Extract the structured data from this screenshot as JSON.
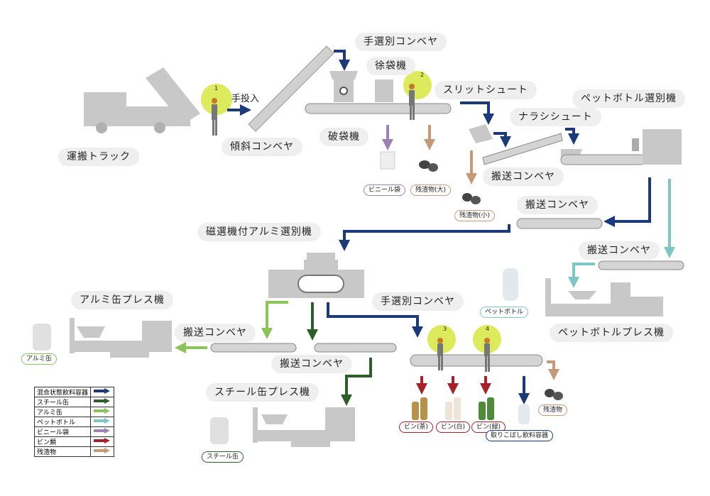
{
  "labels": {
    "truck": "運搬トラック",
    "hand_input": "手投入",
    "incline_conveyor": "傾斜コンベヤ",
    "hand_sort_top": "手選別コンベヤ",
    "bag_remover": "徐袋機",
    "bag_breaker": "破袋機",
    "slit_chute": "スリットシュート",
    "pet_sorter": "ペットボトル選別機",
    "narashi_chute": "ナラシシュート",
    "transport_1": "搬送コンベヤ",
    "transport_2": "搬送コンベヤ",
    "transport_3": "搬送コンベヤ",
    "magnet_alu_sorter": "磁選機付アルミ選別機",
    "alu_press": "アルミ缶プレス機",
    "transport_4": "搬送コンベヤ",
    "hand_sort_bottom": "手選別コンベヤ",
    "pet_press": "ペットボトルプレス機",
    "transport_5": "搬送コンベヤ",
    "steel_press": "スチール缶プレス機"
  },
  "outputs": {
    "vinyl_bag": "ビニール袋",
    "residue_large": "残渣物(大)",
    "residue_small": "残渣物(小)",
    "pet_bottle": "ペットボトル",
    "alu_can": "アルミ缶",
    "steel_can": "スチール缶",
    "bottle_brown": "ビン(茶)",
    "bottle_white": "ビン(白)",
    "bottle_green": "ビン(緑)",
    "leftover_containers": "取りこぼし飲料容器",
    "residue": "残渣物"
  },
  "workers": [
    "1",
    "2",
    "3",
    "4"
  ],
  "legend": [
    {
      "label": "混合状態飲料容器",
      "color": "#1a3a7a"
    },
    {
      "label": "スチール缶",
      "color": "#2e5e2a"
    },
    {
      "label": "アルミ缶",
      "color": "#8cc45a"
    },
    {
      "label": "ペットボトル",
      "color": "#7fc7c4"
    },
    {
      "label": "ビニール袋",
      "color": "#9a84b4"
    },
    {
      "label": "ビン類",
      "color": "#a8202a"
    },
    {
      "label": "残渣物",
      "color": "#c49a78"
    }
  ],
  "colors": {
    "machine": "#c8c8c8",
    "worker_circle": "#d9e84a",
    "mixed": "#1a3a7a",
    "steel": "#2e5e2a",
    "alu": "#8cc45a",
    "pet": "#7fc7c4",
    "vinyl": "#9a84b4",
    "bottle": "#a8202a",
    "residue": "#c49a78"
  },
  "icons": [
    "gear-icon",
    "bottle-icon",
    "can-icon",
    "residue-icon",
    "bag-icon"
  ]
}
